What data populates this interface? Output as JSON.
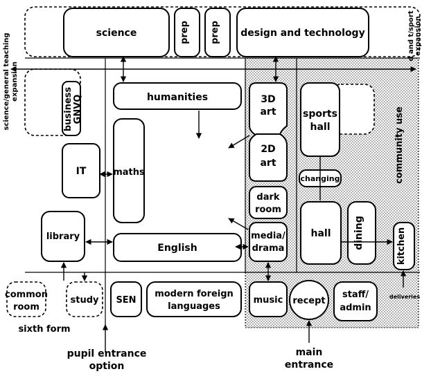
{
  "colors": {
    "stroke": "#000000",
    "background": "#ffffff",
    "community_shading": "#b8b8b8"
  },
  "rooms": {
    "science": "science",
    "prep_1": "prep",
    "prep_2": "prep",
    "design_technology": "design and technology",
    "humanities": "humanities",
    "business_gnvq_line1": "business",
    "business_gnvq_line2": "GNVQ",
    "it": "IT",
    "maths": "maths",
    "art_3d_line1": "3D",
    "art_3d_line2": "art",
    "art_2d_line1": "2D",
    "art_2d_line2": "art",
    "sports_hall_line1": "sports",
    "sports_hall_line2": "hall",
    "changing": "changing",
    "dark_room_line1": "dark",
    "dark_room_line2": "room",
    "media_drama_line1": "media/",
    "media_drama_line2": "drama",
    "hall": "hall",
    "dining": "dining",
    "kitchen": "kitchen",
    "library": "library",
    "english": "English",
    "common_room_line1": "common",
    "common_room_line2": "room",
    "study": "study",
    "sen": "SEN",
    "mfl_line1": "modern foreign",
    "mfl_line2": "languages",
    "music": "music",
    "reception": "recept",
    "staff_admin_line1": "staff/",
    "staff_admin_line2": "admin"
  },
  "labels": {
    "expansion_left_line1": "science/general teaching",
    "expansion_left_line2": "expansion",
    "expansion_right_line1": "d and t/sport",
    "expansion_right_line2": "expansion",
    "community_use": "community use",
    "sixth_form": "sixth form",
    "deliveries": "deliveries",
    "pupil_entrance_line1": "pupil entrance",
    "pupil_entrance_line2": "option",
    "main_entrance_line1": "main",
    "main_entrance_line2": "entrance"
  }
}
